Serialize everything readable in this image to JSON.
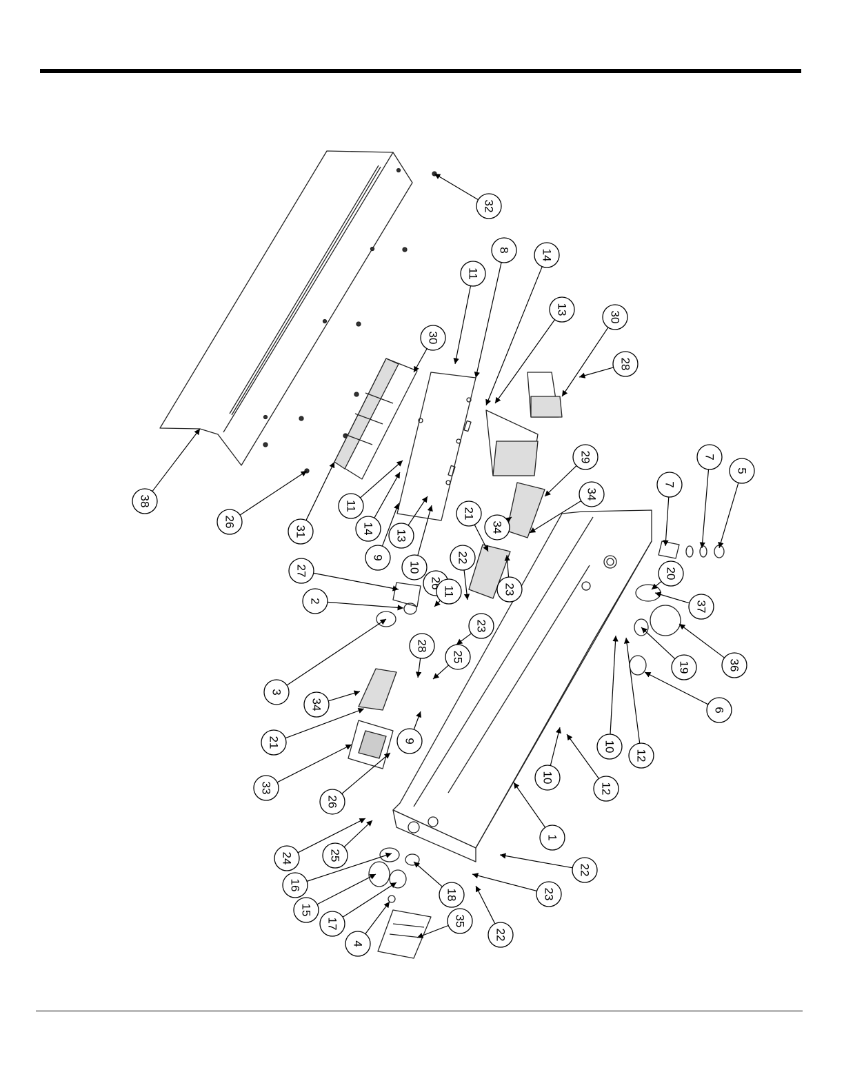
{
  "diagram": {
    "callouts": [
      {
        "label": "32"
      },
      {
        "label": "8"
      },
      {
        "label": "14"
      },
      {
        "label": "11"
      },
      {
        "label": "13"
      },
      {
        "label": "30"
      },
      {
        "label": "28"
      },
      {
        "label": "30"
      },
      {
        "label": "29"
      },
      {
        "label": "7"
      },
      {
        "label": "7"
      },
      {
        "label": "5"
      },
      {
        "label": "34"
      },
      {
        "label": "34"
      },
      {
        "label": "21"
      },
      {
        "label": "38"
      },
      {
        "label": "26"
      },
      {
        "label": "31"
      },
      {
        "label": "11"
      },
      {
        "label": "14"
      },
      {
        "label": "13"
      },
      {
        "label": "9"
      },
      {
        "label": "10"
      },
      {
        "label": "26"
      },
      {
        "label": "22"
      },
      {
        "label": "23"
      },
      {
        "label": "20"
      },
      {
        "label": "37"
      },
      {
        "label": "27"
      },
      {
        "label": "2"
      },
      {
        "label": "11"
      },
      {
        "label": "23"
      },
      {
        "label": "3"
      },
      {
        "label": "28"
      },
      {
        "label": "25"
      },
      {
        "label": "19"
      },
      {
        "label": "36"
      },
      {
        "label": "6"
      },
      {
        "label": "34"
      },
      {
        "label": "21"
      },
      {
        "label": "9"
      },
      {
        "label": "33"
      },
      {
        "label": "26"
      },
      {
        "label": "10"
      },
      {
        "label": "12"
      },
      {
        "label": "10"
      },
      {
        "label": "12"
      },
      {
        "label": "1"
      },
      {
        "label": "24"
      },
      {
        "label": "25"
      },
      {
        "label": "16"
      },
      {
        "label": "18"
      },
      {
        "label": "15"
      },
      {
        "label": "22"
      },
      {
        "label": "17"
      },
      {
        "label": "4"
      },
      {
        "label": "35"
      },
      {
        "label": "23"
      },
      {
        "label": "22"
      }
    ]
  }
}
